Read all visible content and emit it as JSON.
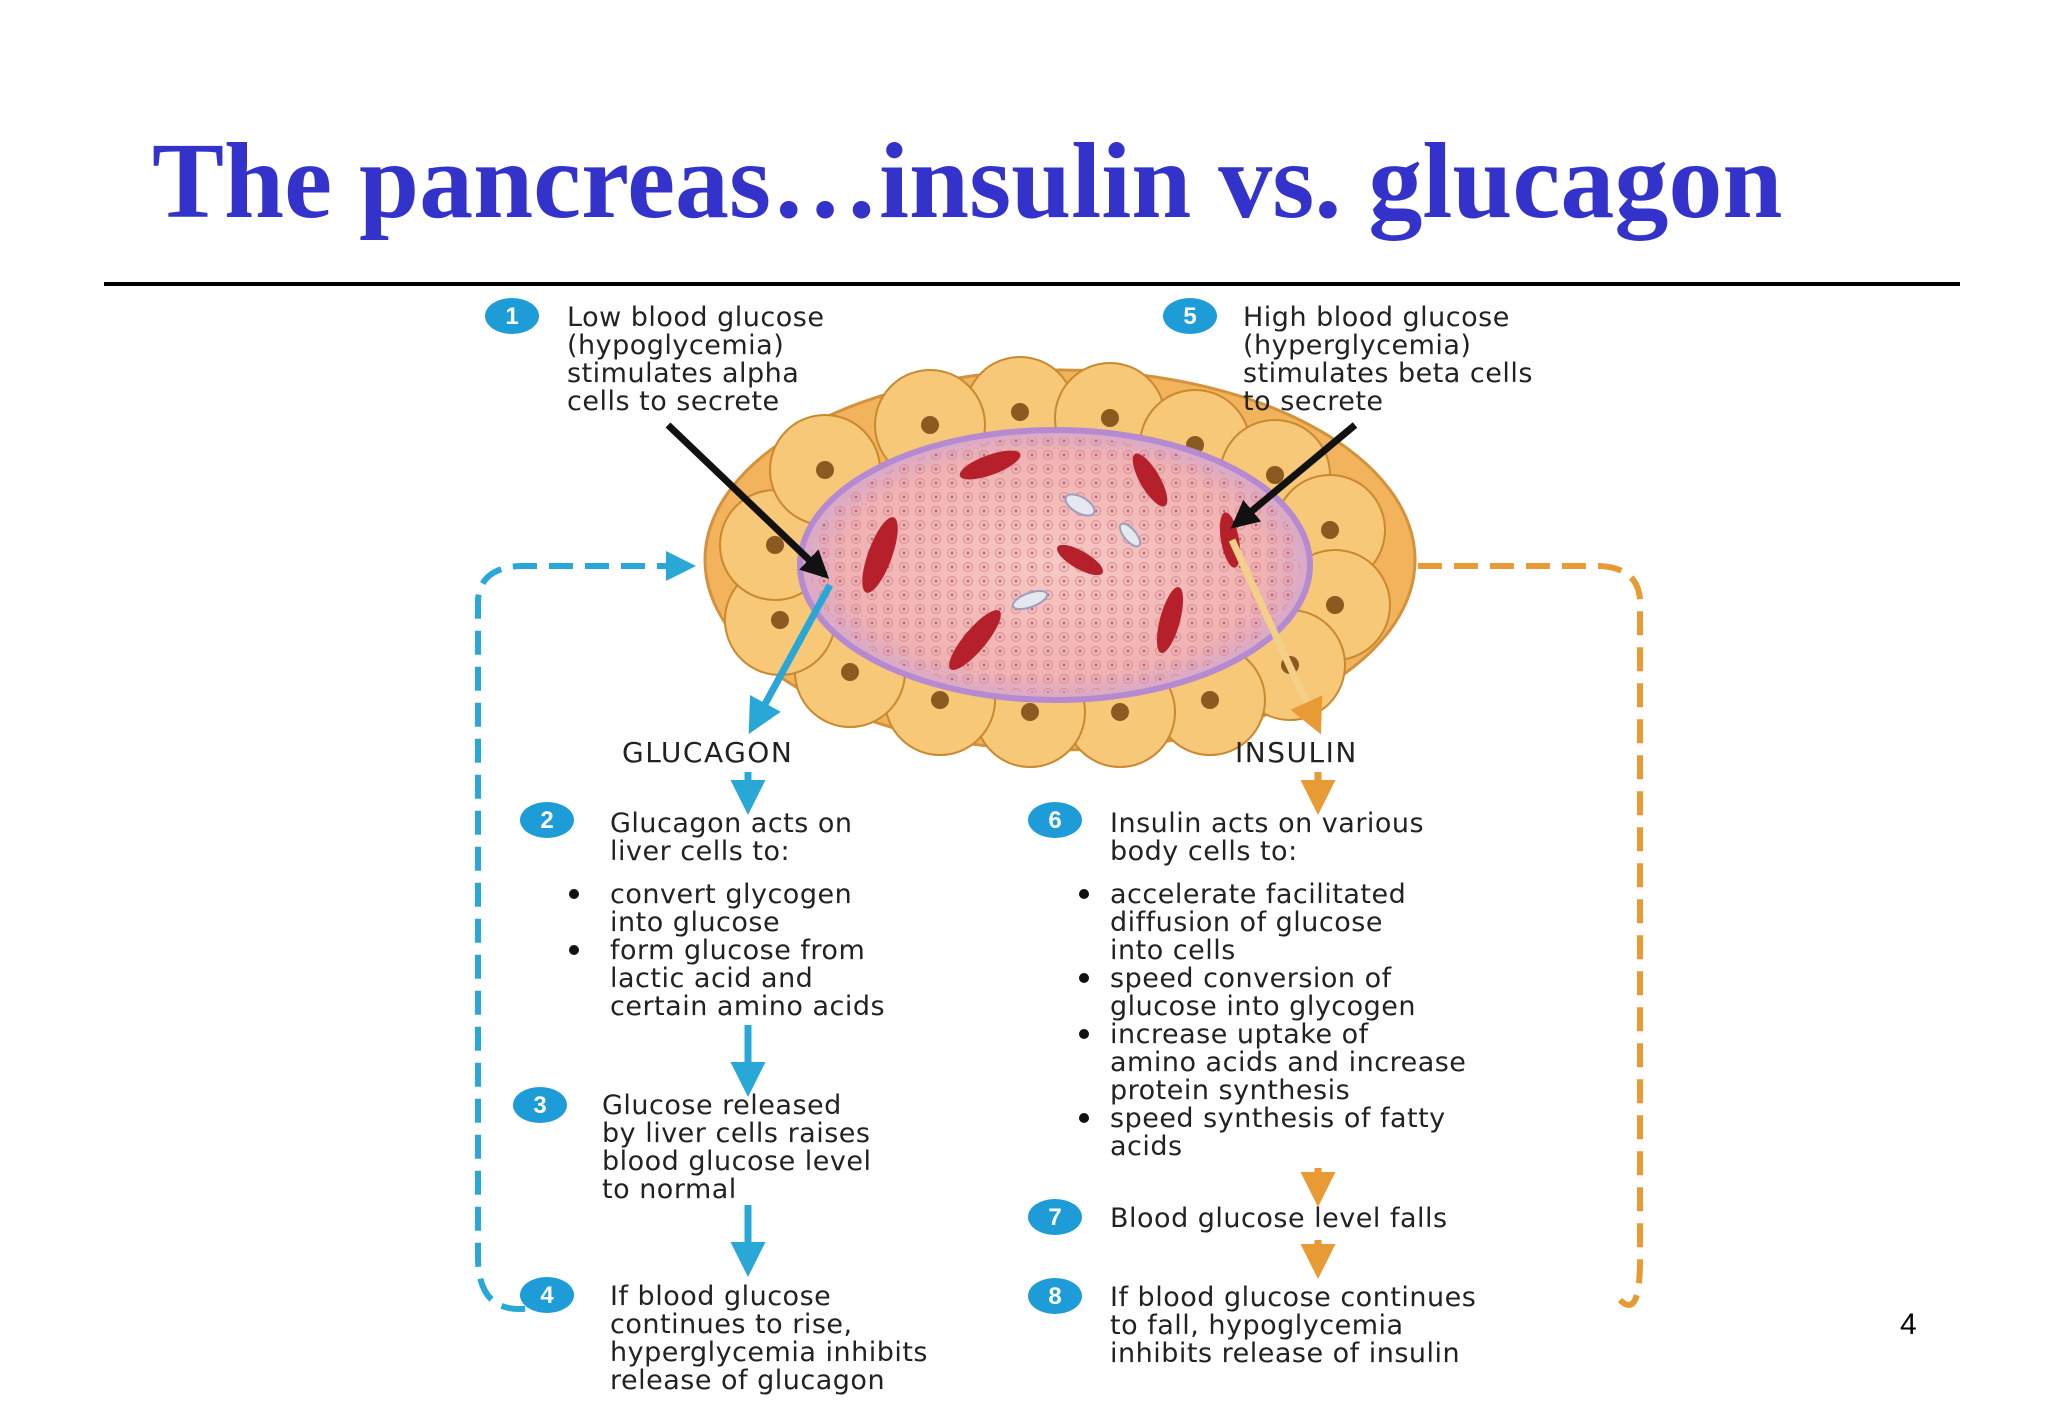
{
  "slide": {
    "title": "The pancreas…insulin vs. glucagon",
    "page_number": "4"
  },
  "diagram": {
    "glucagon_label": "GLUCAGON",
    "insulin_label": "INSULIN",
    "steps": [
      {
        "num": "1",
        "lines": [
          "Low blood glucose",
          "(hypoglycemia)",
          "stimulates alpha",
          "cells to secrete"
        ]
      },
      {
        "num": "2",
        "lines": [
          "Glucagon acts on",
          "liver cells to:"
        ]
      },
      {
        "num": "3",
        "lines": [
          "Glucose released",
          "by liver cells raises",
          "blood glucose level",
          "to normal"
        ]
      },
      {
        "num": "4",
        "lines": [
          "If blood glucose",
          "continues to rise,",
          "hyperglycemia inhibits",
          "release of glucagon"
        ]
      },
      {
        "num": "5",
        "lines": [
          "High blood glucose",
          "(hyperglycemia)",
          "stimulates beta cells",
          "to secrete"
        ]
      },
      {
        "num": "6",
        "lines": [
          "Insulin acts on various",
          "body cells to:"
        ]
      },
      {
        "num": "7",
        "lines": [
          "Blood glucose level falls"
        ]
      },
      {
        "num": "8",
        "lines": [
          "If blood glucose continues",
          "to fall, hypoglycemia",
          "inhibits release of insulin"
        ]
      }
    ],
    "glucagon_bullets": [
      [
        "convert glycogen",
        "into glucose"
      ],
      [
        "form glucose from",
        "lactic acid and",
        "certain amino acids"
      ]
    ],
    "insulin_bullets": [
      [
        "accelerate facilitated",
        "diffusion of glucose",
        "into cells"
      ],
      [
        "speed conversion of",
        "glucose into glycogen"
      ],
      [
        "increase uptake of",
        "amino acids and increase",
        "protein synthesis"
      ],
      [
        "speed synthesis of fatty",
        "acids"
      ]
    ],
    "colors": {
      "title": "#3333cc",
      "glucagon_arrow": "#29a8d8",
      "insulin_arrow": "#e89a35",
      "step_badge": "#1e9cd7",
      "islet_outer": "#f2b35c",
      "islet_inner": "#f0b8b8"
    }
  }
}
